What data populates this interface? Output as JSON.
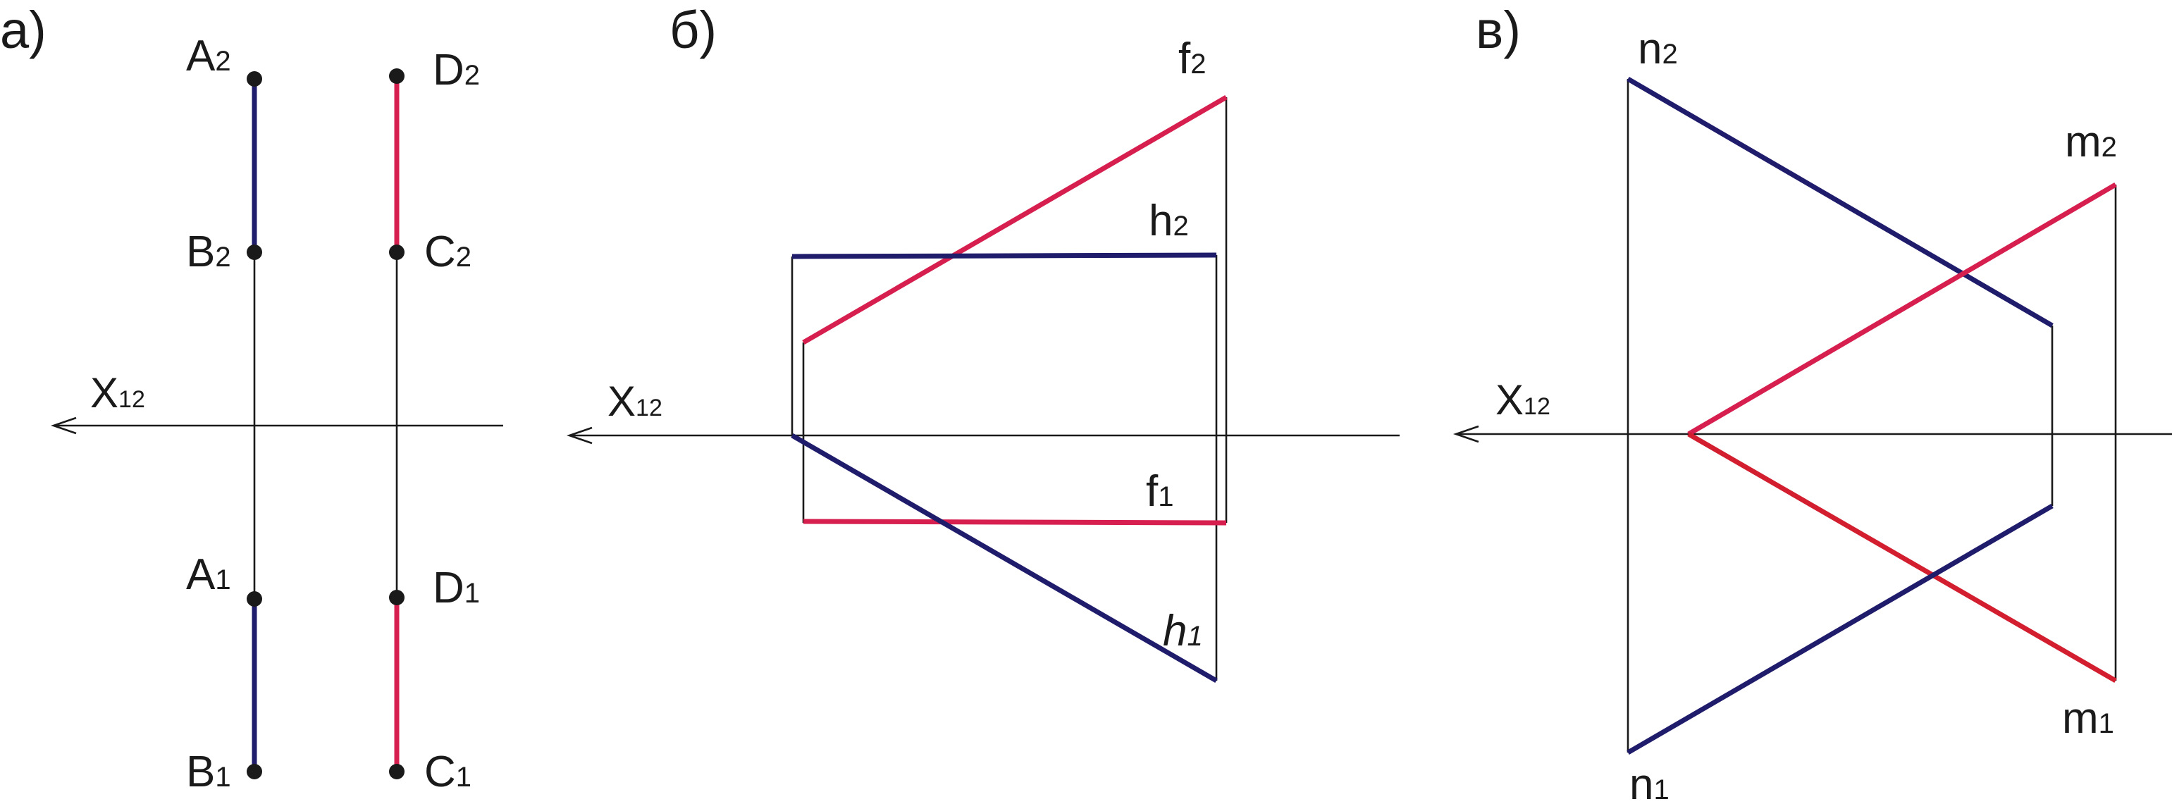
{
  "colors": {
    "blue": "#1f1c6b",
    "red": "#d61f4e",
    "red_dark": "#d21e2e",
    "ink": "#1a1a1a"
  },
  "panel_a": {
    "tag": "а)",
    "axis": {
      "main": "X",
      "sub": "12"
    },
    "points": {
      "A2": {
        "main": "A",
        "sub": "2"
      },
      "B2": {
        "main": "B",
        "sub": "2"
      },
      "D2": {
        "main": "D",
        "sub": "2"
      },
      "C2": {
        "main": "C",
        "sub": "2"
      },
      "A1": {
        "main": "A",
        "sub": "1"
      },
      "B1": {
        "main": "B",
        "sub": "1"
      },
      "D1": {
        "main": "D",
        "sub": "1"
      },
      "C1": {
        "main": "C",
        "sub": "1"
      }
    }
  },
  "panel_b": {
    "tag": "б)",
    "axis": {
      "main": "X",
      "sub": "12"
    },
    "lines": {
      "f2": {
        "main": "f",
        "sub": "2"
      },
      "h2": {
        "main": "h",
        "sub": "2"
      },
      "f1": {
        "main": "f",
        "sub": "1"
      },
      "h1": {
        "main": "h",
        "sub": "1"
      }
    }
  },
  "panel_v": {
    "tag": "в)",
    "axis": {
      "main": "X",
      "sub": "12"
    },
    "lines": {
      "n2": {
        "main": "n",
        "sub": "2"
      },
      "m2": {
        "main": "m",
        "sub": "2"
      },
      "m1": {
        "main": "m",
        "sub": "1"
      },
      "n1": {
        "main": "n",
        "sub": "1"
      }
    }
  }
}
